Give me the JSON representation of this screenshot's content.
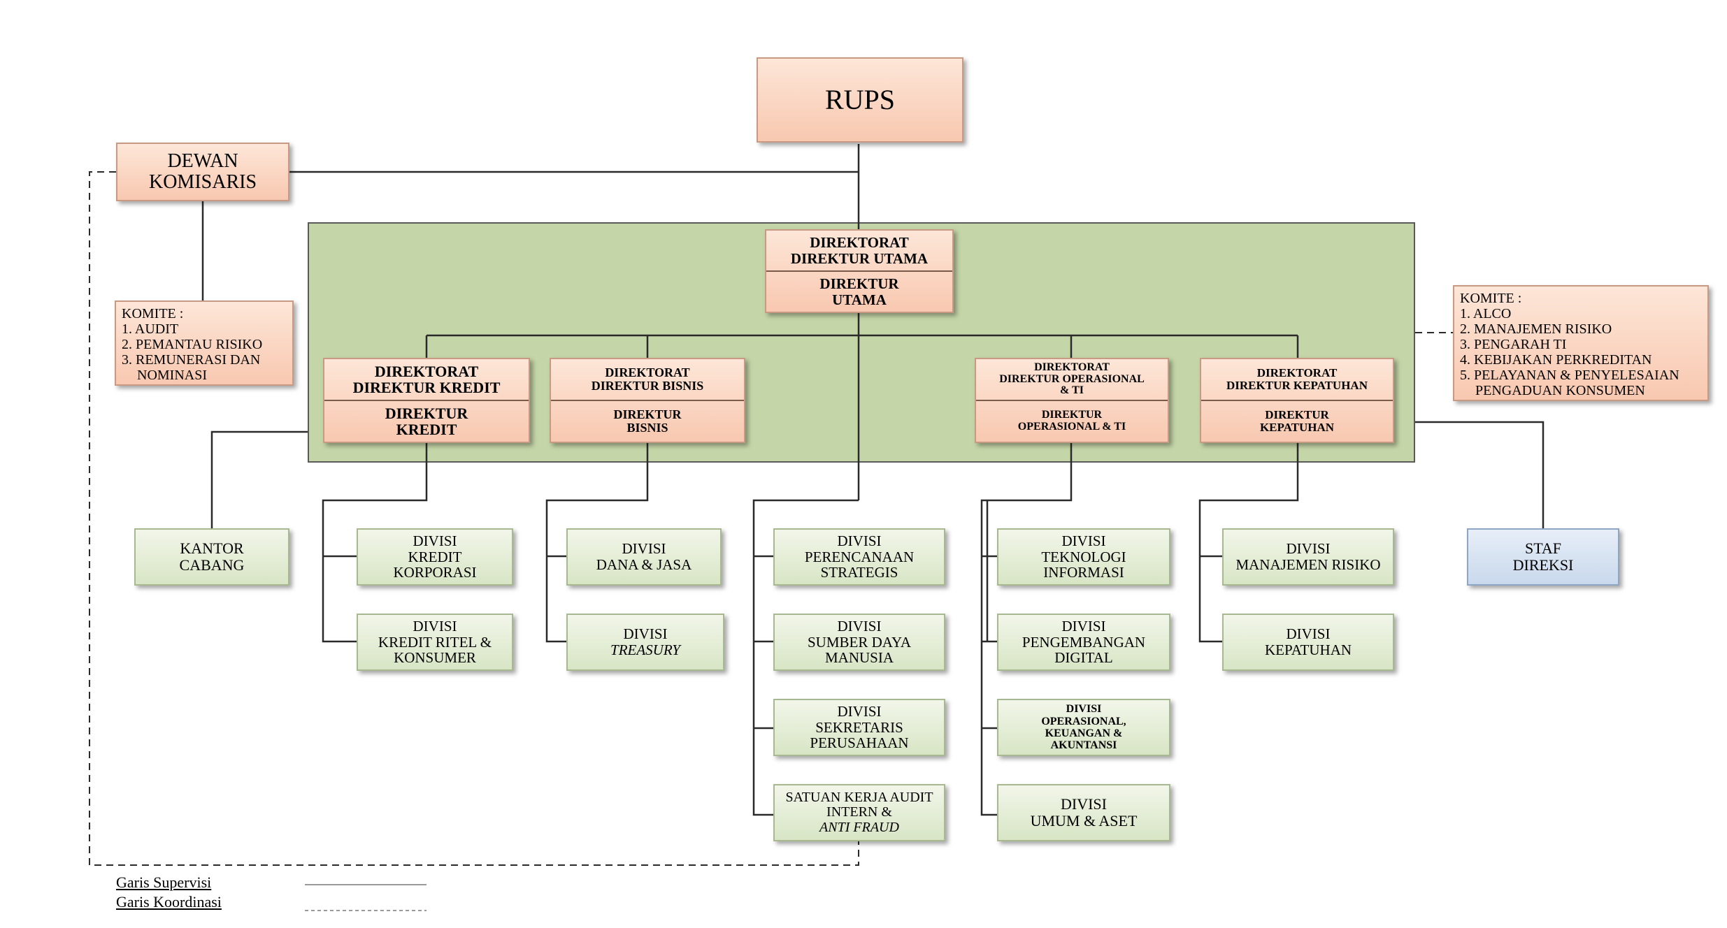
{
  "rups": "RUPS",
  "dewan_komisaris": "DEWAN\nKOMISARIS",
  "komite_left": {
    "title": "KOMITE :",
    "items": [
      "1. AUDIT",
      "2. PEMANTAU RISIKO",
      "3. REMUNERASI DAN",
      "NOMINASI"
    ]
  },
  "komite_right": {
    "title": "KOMITE :",
    "items": [
      "1. ALCO",
      "2. MANAJEMEN RISIKO",
      "3. PENGARAH TI",
      "4. KEBIJAKAN PERKREDITAN",
      "5. PELAYANAN & PENYELESAIAN",
      "PENGADUAN KONSUMEN"
    ]
  },
  "directorates": {
    "utama": {
      "top": "DIREKTORAT\nDIREKTUR UTAMA",
      "bottom": "DIREKTUR\nUTAMA"
    },
    "kredit": {
      "top": "DIREKTORAT\nDIREKTUR KREDIT",
      "bottom": "DIREKTUR\nKREDIT"
    },
    "bisnis": {
      "top": "DIREKTORAT\nDIREKTUR BISNIS",
      "bottom": "DIREKTUR\nBISNIS"
    },
    "operasional": {
      "top": "DIREKTORAT\nDIREKTUR OPERASIONAL\n& TI",
      "bottom": "DIREKTUR\nOPERASIONAL  & TI"
    },
    "kepatuhan": {
      "top": "DIREKTORAT\nDIREKTUR KEPATUHAN",
      "bottom": "DIREKTUR\nKEPATUHAN"
    }
  },
  "units": {
    "kantor_cabang": "KANTOR\nCABANG",
    "staf_direksi": "STAF\nDIREKSI",
    "kredit_korporasi": "DIVISI\nKREDIT\nKORPORASI",
    "kredit_ritel": "DIVISI\nKREDIT RITEL &\nKONSUMER",
    "dana_jasa": "DIVISI\nDANA & JASA",
    "treasury_label": "DIVISI",
    "treasury_name": "TREASURY",
    "perencanaan": "DIVISI\nPERENCANAAN\nSTRATEGIS",
    "sdm": "DIVISI\nSUMBER DAYA\nMANUSIA",
    "sekretaris": "DIVISI\nSEKRETARIS\nPERUSAHAAN",
    "skai_main": "SATUAN KERJA AUDIT\nINTERN &",
    "skai_italic": "ANTI FRAUD",
    "teknologi": "DIVISI\nTEKNOLOGI\nINFORMASI",
    "digital": "DIVISI\nPENGEMBANGAN\nDIGITAL",
    "operasional_keuangan": "DIVISI\nOPERASIONAL,\nKEUANGAN &\nAKUNTANSI",
    "umum_aset": "DIVISI\nUMUM & ASET",
    "manajemen_risiko": "DIVISI\nMANAJEMEN RISIKO",
    "kepatuhan": "DIVISI\nKEPATUHAN"
  },
  "legend": {
    "supervisi": "Garis Supervisi",
    "koordinasi": "Garis Koordinasi"
  }
}
